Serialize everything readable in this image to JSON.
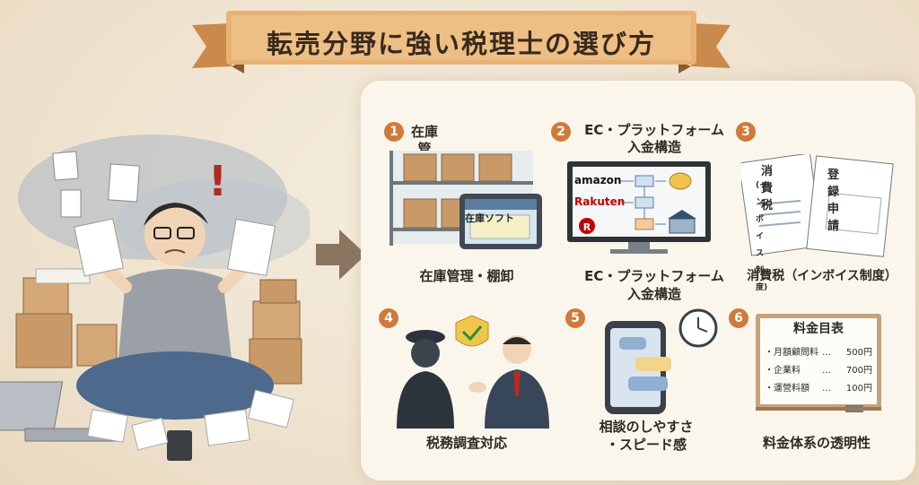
{
  "title": "転売分野に強い税理士の選び方",
  "left_illustration": {
    "exclamation": "!"
  },
  "items": [
    {
      "num": "1",
      "heading": "在庫管理・棚卸",
      "caption": "在庫管理・棚卸",
      "screen_label": "在庫ソフト"
    },
    {
      "num": "2",
      "heading_line1": "EC・プラットフォーム",
      "heading_line2": "入金構造",
      "caption_line1": "EC・プラットフォーム",
      "caption_line2": "入金構造",
      "amazon": "amazon",
      "rakuten": "Rakuten",
      "rakuten_badge": "R"
    },
    {
      "num": "3",
      "caption": "消費税（インボイス制度）",
      "doc1_title": "消費税",
      "doc1_sub": "(インボイス制度)",
      "doc2_title": "登録申請"
    },
    {
      "num": "4",
      "caption": "税務調査対応"
    },
    {
      "num": "5",
      "caption_line1": "相談のしやすさ",
      "caption_line2": "・スピード感"
    },
    {
      "num": "6",
      "caption": "料金体系の透明性",
      "board_title": "料金目表",
      "rows": [
        {
          "label": "・月額顧問料",
          "dots": "…",
          "price": "500円"
        },
        {
          "label": "・企業料",
          "dots": "…",
          "price": "700円"
        },
        {
          "label": "・運營料額",
          "dots": "…",
          "price": "100円"
        }
      ]
    }
  ]
}
